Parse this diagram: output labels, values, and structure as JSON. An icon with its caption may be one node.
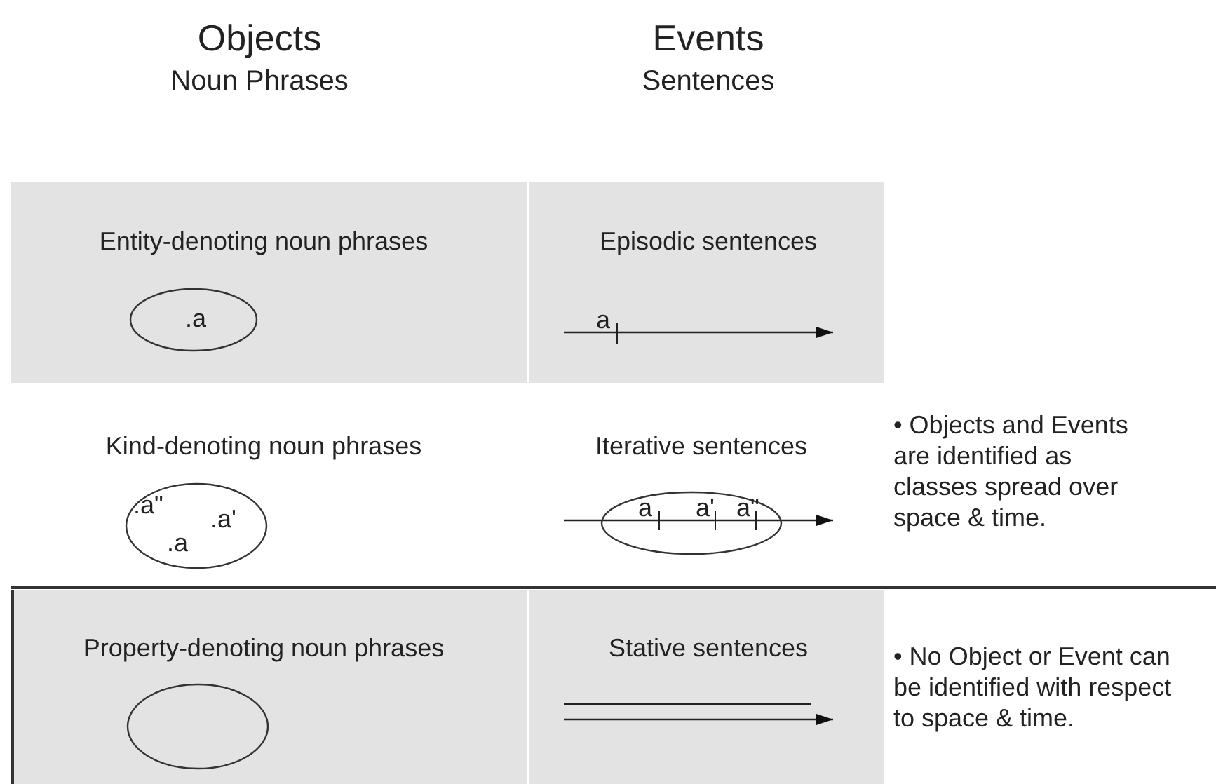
{
  "diagram": {
    "nodes": [
      {
        "text": [
          ".a"
        ]
      },
      {
        "text": [
          ".a\"",
          ".a'",
          ".a"
        ]
      },
      {
        "text": [
          "a",
          "a'",
          "a\""
        ]
      },
      {
        "text": [],
        "shape": "ellipse"
      }
    ],
    "edges": [],
    "labels": [
      "Objects",
      "Noun Phrases",
      "Events",
      "Sentences",
      "Entity-denoting noun phrases",
      "Episodic sentences",
      "a",
      "Kind-denoting noun phrases",
      "Iterative sentences",
      "• Objects and Events are identified as classes spread over space & time.",
      "Property-denoting noun phrases",
      "Stative sentences",
      "• No Object or Event can be identified with respect to space & time."
    ]
  }
}
